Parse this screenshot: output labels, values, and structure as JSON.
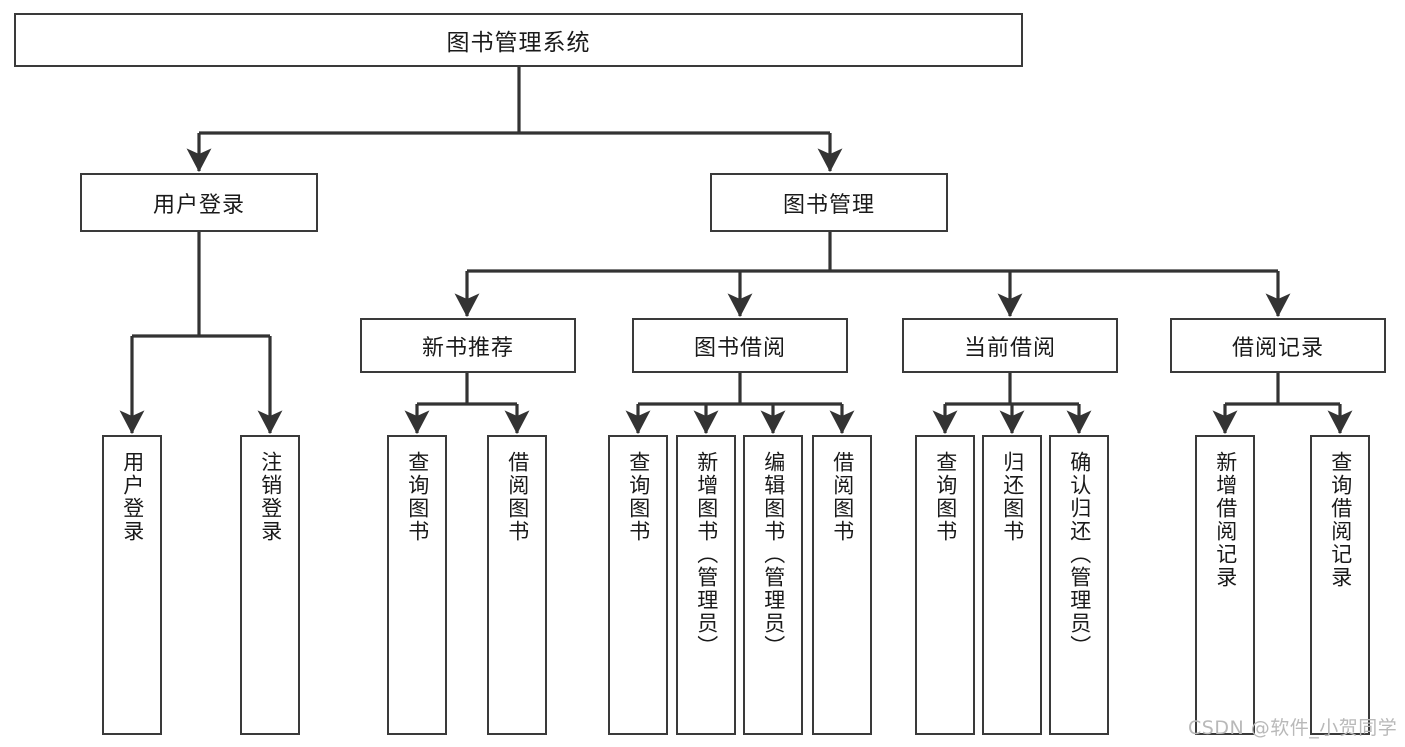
{
  "diagram": {
    "title": "图书管理系统",
    "type": "tree-hierarchy",
    "colors": {
      "box_border": "#3a3a3a",
      "box_fill": "#ffffff",
      "edge": "#333333",
      "text": "#1a1a1a",
      "watermark": "#b9b9b9",
      "background": "#ffffff"
    },
    "watermark": "CSDN @软件_小贺同学",
    "root": {
      "label": "图书管理系统"
    },
    "level2": [
      {
        "id": "user-login",
        "label": "用户登录"
      },
      {
        "id": "book-manage",
        "label": "图书管理"
      }
    ],
    "level3": [
      {
        "id": "new-book-rec",
        "label": "新书推荐",
        "parent": "book-manage"
      },
      {
        "id": "book-borrow",
        "label": "图书借阅",
        "parent": "book-manage"
      },
      {
        "id": "current-borrow",
        "label": "当前借阅",
        "parent": "book-manage"
      },
      {
        "id": "borrow-record",
        "label": "借阅记录",
        "parent": "book-manage"
      }
    ],
    "leaves": {
      "user-login": [
        {
          "id": "leaf-user-login",
          "label": "用户登录"
        },
        {
          "id": "leaf-user-logout",
          "label": "注销登录"
        }
      ],
      "new-book-rec": [
        {
          "id": "leaf-query-book-1",
          "label": "查询图书"
        },
        {
          "id": "leaf-borrow-book-1",
          "label": "借阅图书"
        }
      ],
      "book-borrow": [
        {
          "id": "leaf-query-book-2",
          "label": "查询图书"
        },
        {
          "id": "leaf-add-book",
          "label": "新增图书（管理员）"
        },
        {
          "id": "leaf-edit-book",
          "label": "编辑图书（管理员）"
        },
        {
          "id": "leaf-borrow-book-2",
          "label": "借阅图书"
        }
      ],
      "current-borrow": [
        {
          "id": "leaf-query-book-3",
          "label": "查询图书"
        },
        {
          "id": "leaf-return-book",
          "label": "归还图书"
        },
        {
          "id": "leaf-confirm-return",
          "label": "确认归还（管理员）"
        }
      ],
      "borrow-record": [
        {
          "id": "leaf-add-record",
          "label": "新增借阅记录"
        },
        {
          "id": "leaf-query-record",
          "label": "查询借阅记录"
        }
      ]
    }
  }
}
